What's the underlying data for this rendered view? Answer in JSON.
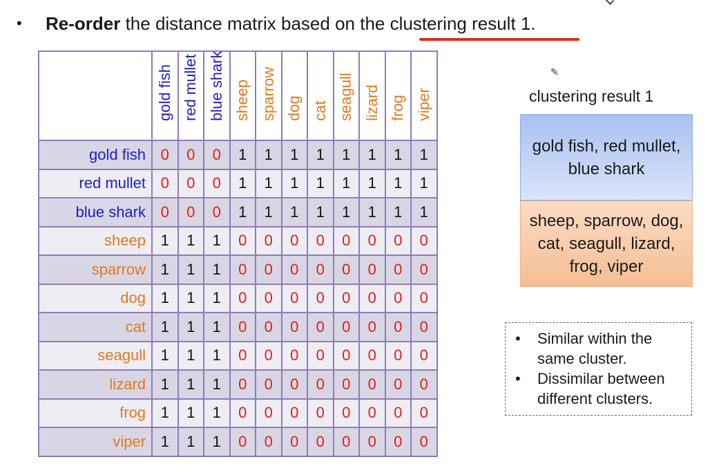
{
  "heading": {
    "bullet": "•",
    "bold": "Re-order",
    "text_before": " the distance matrix based on the ",
    "link": "clustering result 1",
    "text_after": "."
  },
  "colors": {
    "group1": "#2020c8",
    "group2": "#e07a1f",
    "zero": "#e0201a",
    "one": "#111111",
    "grid": "#8f7bb8",
    "underline": "#e0281f"
  },
  "matrix": {
    "labels": [
      "gold fish",
      "red mullet",
      "blue shark",
      "sheep",
      "sparrow",
      "dog",
      "cat",
      "seagull",
      "lizard",
      "frog",
      "viper"
    ],
    "groups": [
      1,
      1,
      1,
      2,
      2,
      2,
      2,
      2,
      2,
      2,
      2
    ],
    "values": [
      [
        0,
        0,
        0,
        1,
        1,
        1,
        1,
        1,
        1,
        1,
        1
      ],
      [
        0,
        0,
        0,
        1,
        1,
        1,
        1,
        1,
        1,
        1,
        1
      ],
      [
        0,
        0,
        0,
        1,
        1,
        1,
        1,
        1,
        1,
        1,
        1
      ],
      [
        1,
        1,
        1,
        0,
        0,
        0,
        0,
        0,
        0,
        0,
        0
      ],
      [
        1,
        1,
        1,
        0,
        0,
        0,
        0,
        0,
        0,
        0,
        0
      ],
      [
        1,
        1,
        1,
        0,
        0,
        0,
        0,
        0,
        0,
        0,
        0
      ],
      [
        1,
        1,
        1,
        0,
        0,
        0,
        0,
        0,
        0,
        0,
        0
      ],
      [
        1,
        1,
        1,
        0,
        0,
        0,
        0,
        0,
        0,
        0,
        0
      ],
      [
        1,
        1,
        1,
        0,
        0,
        0,
        0,
        0,
        0,
        0,
        0
      ],
      [
        1,
        1,
        1,
        0,
        0,
        0,
        0,
        0,
        0,
        0,
        0
      ],
      [
        1,
        1,
        1,
        0,
        0,
        0,
        0,
        0,
        0,
        0,
        0
      ]
    ]
  },
  "clustering": {
    "title": "clustering result 1",
    "cluster1": "gold fish, red mullet, blue shark",
    "cluster2": "sheep, sparrow, dog, cat, seagull, lizard, frog, viper"
  },
  "notes": {
    "bullet": "•",
    "items": [
      "Similar within the same cluster.",
      "Dissimilar between different clusters."
    ]
  }
}
